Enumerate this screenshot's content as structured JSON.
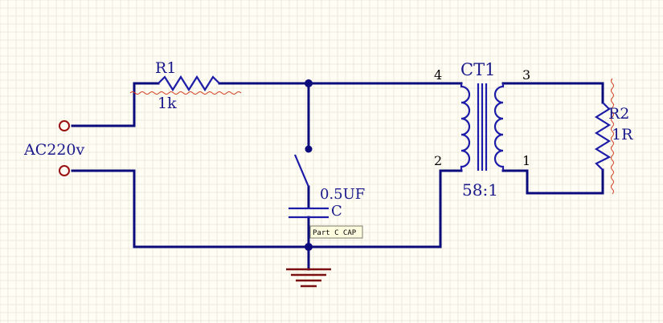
{
  "colors": {
    "wire": "#0b0b7c",
    "component": "#1c1ca8",
    "terminal": "#9a1010",
    "ground": "#7a1010",
    "squiggle": "#d04020",
    "tooltip_bg": "#fffde0"
  },
  "resistor_r1": {
    "ref": "R1",
    "value": "1k"
  },
  "source": {
    "label": "AC220v"
  },
  "capacitor": {
    "value": "0.5UF",
    "ref": "C"
  },
  "tooltip": {
    "text": "Part C CAP"
  },
  "transformer": {
    "ref": "CT1",
    "ratio": "58:1",
    "pins": [
      "4",
      "2",
      "3",
      "1"
    ]
  },
  "resistor_r2": {
    "ref": "R2",
    "value": "1R"
  }
}
